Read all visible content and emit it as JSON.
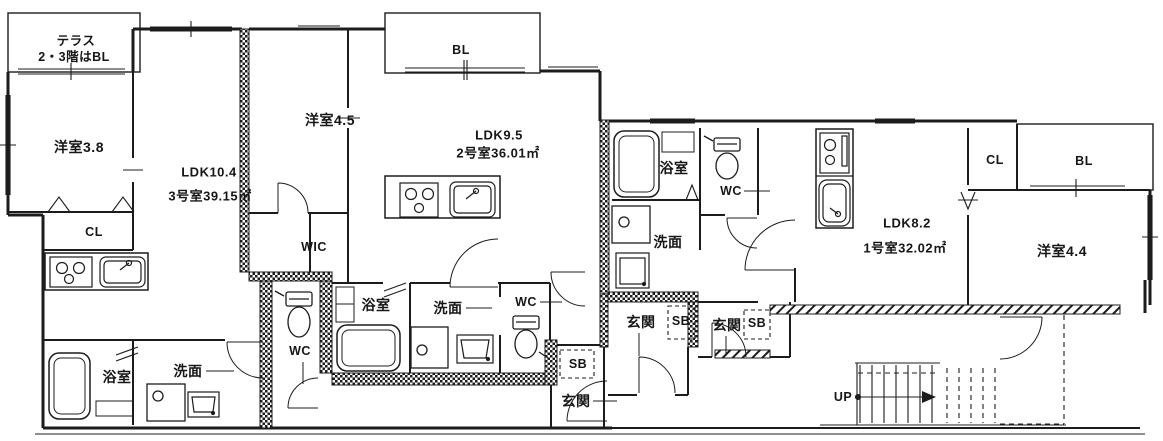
{
  "floor_plan": {
    "units": [
      {
        "id": "1号室",
        "ldk_label": "LDK8.2",
        "area_label": "1号室32.02㎡"
      },
      {
        "id": "2号室",
        "ldk_label": "LDK9.5",
        "area_label": "2号室36.01㎡"
      },
      {
        "id": "3号室",
        "ldk_label": "LDK10.4",
        "area_label": "3号室39.15㎡"
      }
    ],
    "labels": {
      "terrace_line1": "テラス",
      "terrace_line2": "2・3階はBL",
      "room_3_8": "洋室3.8",
      "room_4_5": "洋室4.5",
      "room_4_4": "洋室4.4",
      "balcony_center": "BL",
      "balcony_right": "BL",
      "closet_left": "CL",
      "closet_right": "CL",
      "wic": "WIC",
      "bath_left": "浴室",
      "bath_mid": "浴室",
      "bath_right": "浴室",
      "wash_left": "洗面",
      "wash_mid": "洗面",
      "wash_right": "洗面",
      "wc_left": "WC",
      "wc_mid": "WC",
      "wc_right": "WC",
      "entrance_left": "玄関",
      "entrance_mid": "玄関",
      "entrance_right": "玄関",
      "shoebox_left": "SB",
      "shoebox_mid": "SB",
      "shoebox_right": "SB",
      "stairs_up": "UP"
    },
    "colors": {
      "line": "#1c1c1c",
      "background": "#ffffff"
    }
  }
}
